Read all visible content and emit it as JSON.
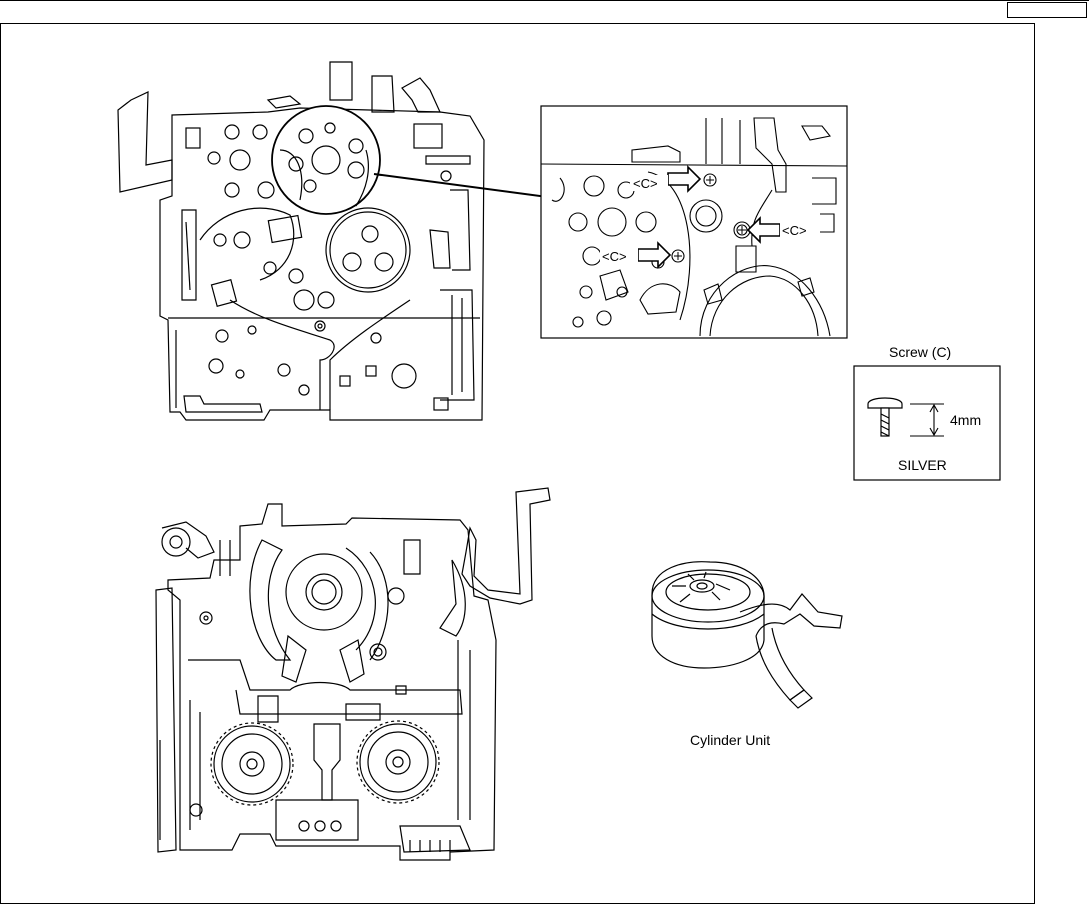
{
  "callouts": {
    "c1": "<C>",
    "c2": "<C>",
    "c3": "<C>"
  },
  "screw_box": {
    "title": "Screw (C)",
    "length": "4mm",
    "color_label": "SILVER"
  },
  "cylinder": {
    "label": "Cylinder Unit"
  }
}
